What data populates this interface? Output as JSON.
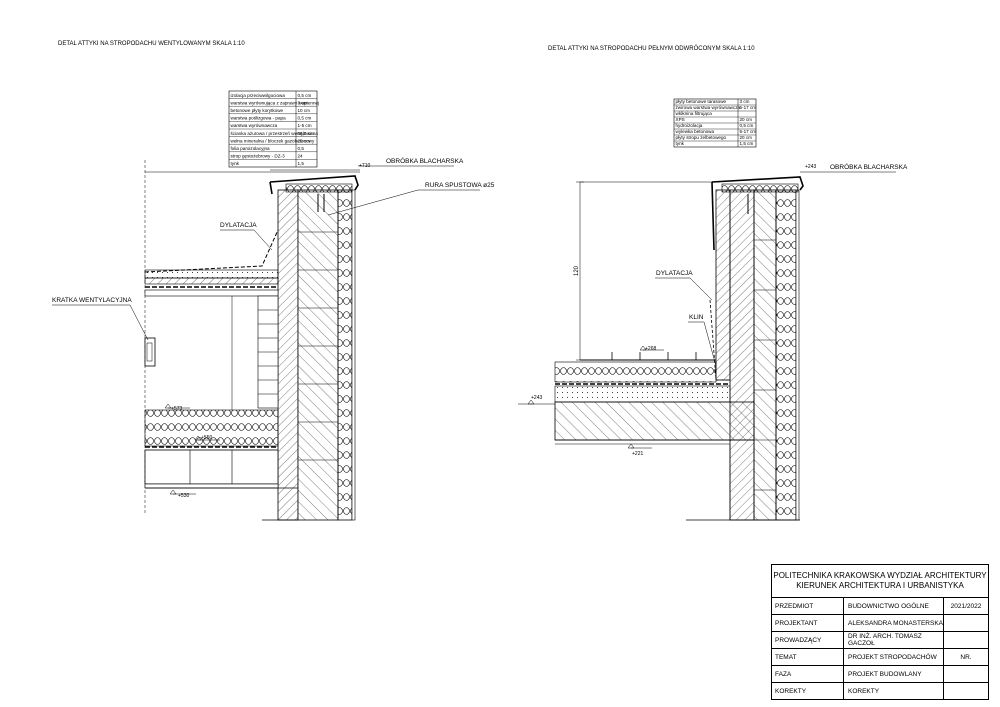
{
  "left": {
    "title": "DETAL ATTYKI NA STROPODACHU WENTYLOWANYM SKALA 1:10",
    "layers": [
      {
        "name": "izolacja przeciwwilgociowa",
        "t": "0,5 cm"
      },
      {
        "name": "warstwa wyrównująca z zaprawy wapiennej",
        "t": "3 cm"
      },
      {
        "name": "betonowe płyty korytkowe",
        "t": "10 cm"
      },
      {
        "name": "warstwa poślizgowa - papa",
        "t": "0,5 cm"
      },
      {
        "name": "warstwa wyrównawcza",
        "t": "1-5 cm"
      },
      {
        "name": "ścianka ażurowa / przestrzeń wentylowana",
        "t": "84,5 cm"
      },
      {
        "name": "wełna mineralna / bloczek gazobetonowy",
        "t": "20 cm"
      },
      {
        "name": "folia paroizolacyjna",
        "t": "0,5"
      },
      {
        "name": "strop gęstożebrowy - DZ-3",
        "t": "24"
      },
      {
        "name": "tynk",
        "t": "1,5"
      }
    ],
    "labels": {
      "flashing": "OBRÓBKA BLACHARSKA",
      "downpipe": "RURA SPUSTOWA ø25",
      "dilatation": "DYLATACJA",
      "vent": "KRATKA WENTYLACYJNA"
    },
    "levels": {
      "top": "+710",
      "l1": "+573",
      "l2": "+550",
      "l3": "+530"
    }
  },
  "right": {
    "title": "DETAL ATTYKI NA STROPODACHU PEŁNYM ODWRÓCONYM SKALA 1:10",
    "layers": [
      {
        "name": "płyty betonowe tarasowe",
        "t": "3 cm"
      },
      {
        "name": "żwirowa warstwa wyrównawcza",
        "t": "5-17 cm"
      },
      {
        "name": "włóknina filtrująca",
        "t": ""
      },
      {
        "name": "XPS",
        "t": "20 cm"
      },
      {
        "name": "hydroizolacja",
        "t": "0,5 cm"
      },
      {
        "name": "wylewka betonowa",
        "t": "5-17 cm"
      },
      {
        "name": "płyty stropu żelbetowego",
        "t": "20 cm"
      },
      {
        "name": "tynk",
        "t": "1,5 cm"
      }
    ],
    "labels": {
      "flashing": "OBRÓBKA BLACHARSKA",
      "dilatation": "DYLATACJA",
      "wedge": "KLIN"
    },
    "levels": {
      "top": "+243",
      "deck": "+268",
      "outer": "+243",
      "bottom": "+221"
    },
    "dim": "120"
  },
  "title_block": {
    "school_line1": "POLITECHNIKA KRAKOWSKA WYDZIAŁ ARCHITEKTURY",
    "school_line2": "KIERUNEK ARCHITEKTURA I URBANISTYKA",
    "rows": [
      {
        "label": "PRZEDMIOT",
        "value": "BUDOWNICTWO OGÓLNE",
        "extra": "2021/2022"
      },
      {
        "label": "PROJEKTANT",
        "value": "ALEKSANDRA MONASTERSKA",
        "extra": ""
      },
      {
        "label": "PROWADZĄCY",
        "value": "DR INŻ. ARCH. TOMASZ GACZOŁ",
        "extra": ""
      },
      {
        "label": "TEMAT",
        "value": "PROJEKT STROPODACHÓW",
        "extra": "NR."
      },
      {
        "label": "FAZA",
        "value": "PROJEKT BUDOWLANY",
        "extra": ""
      },
      {
        "label": "KOREKTY",
        "value": "KOREKTY",
        "extra": ""
      }
    ]
  }
}
